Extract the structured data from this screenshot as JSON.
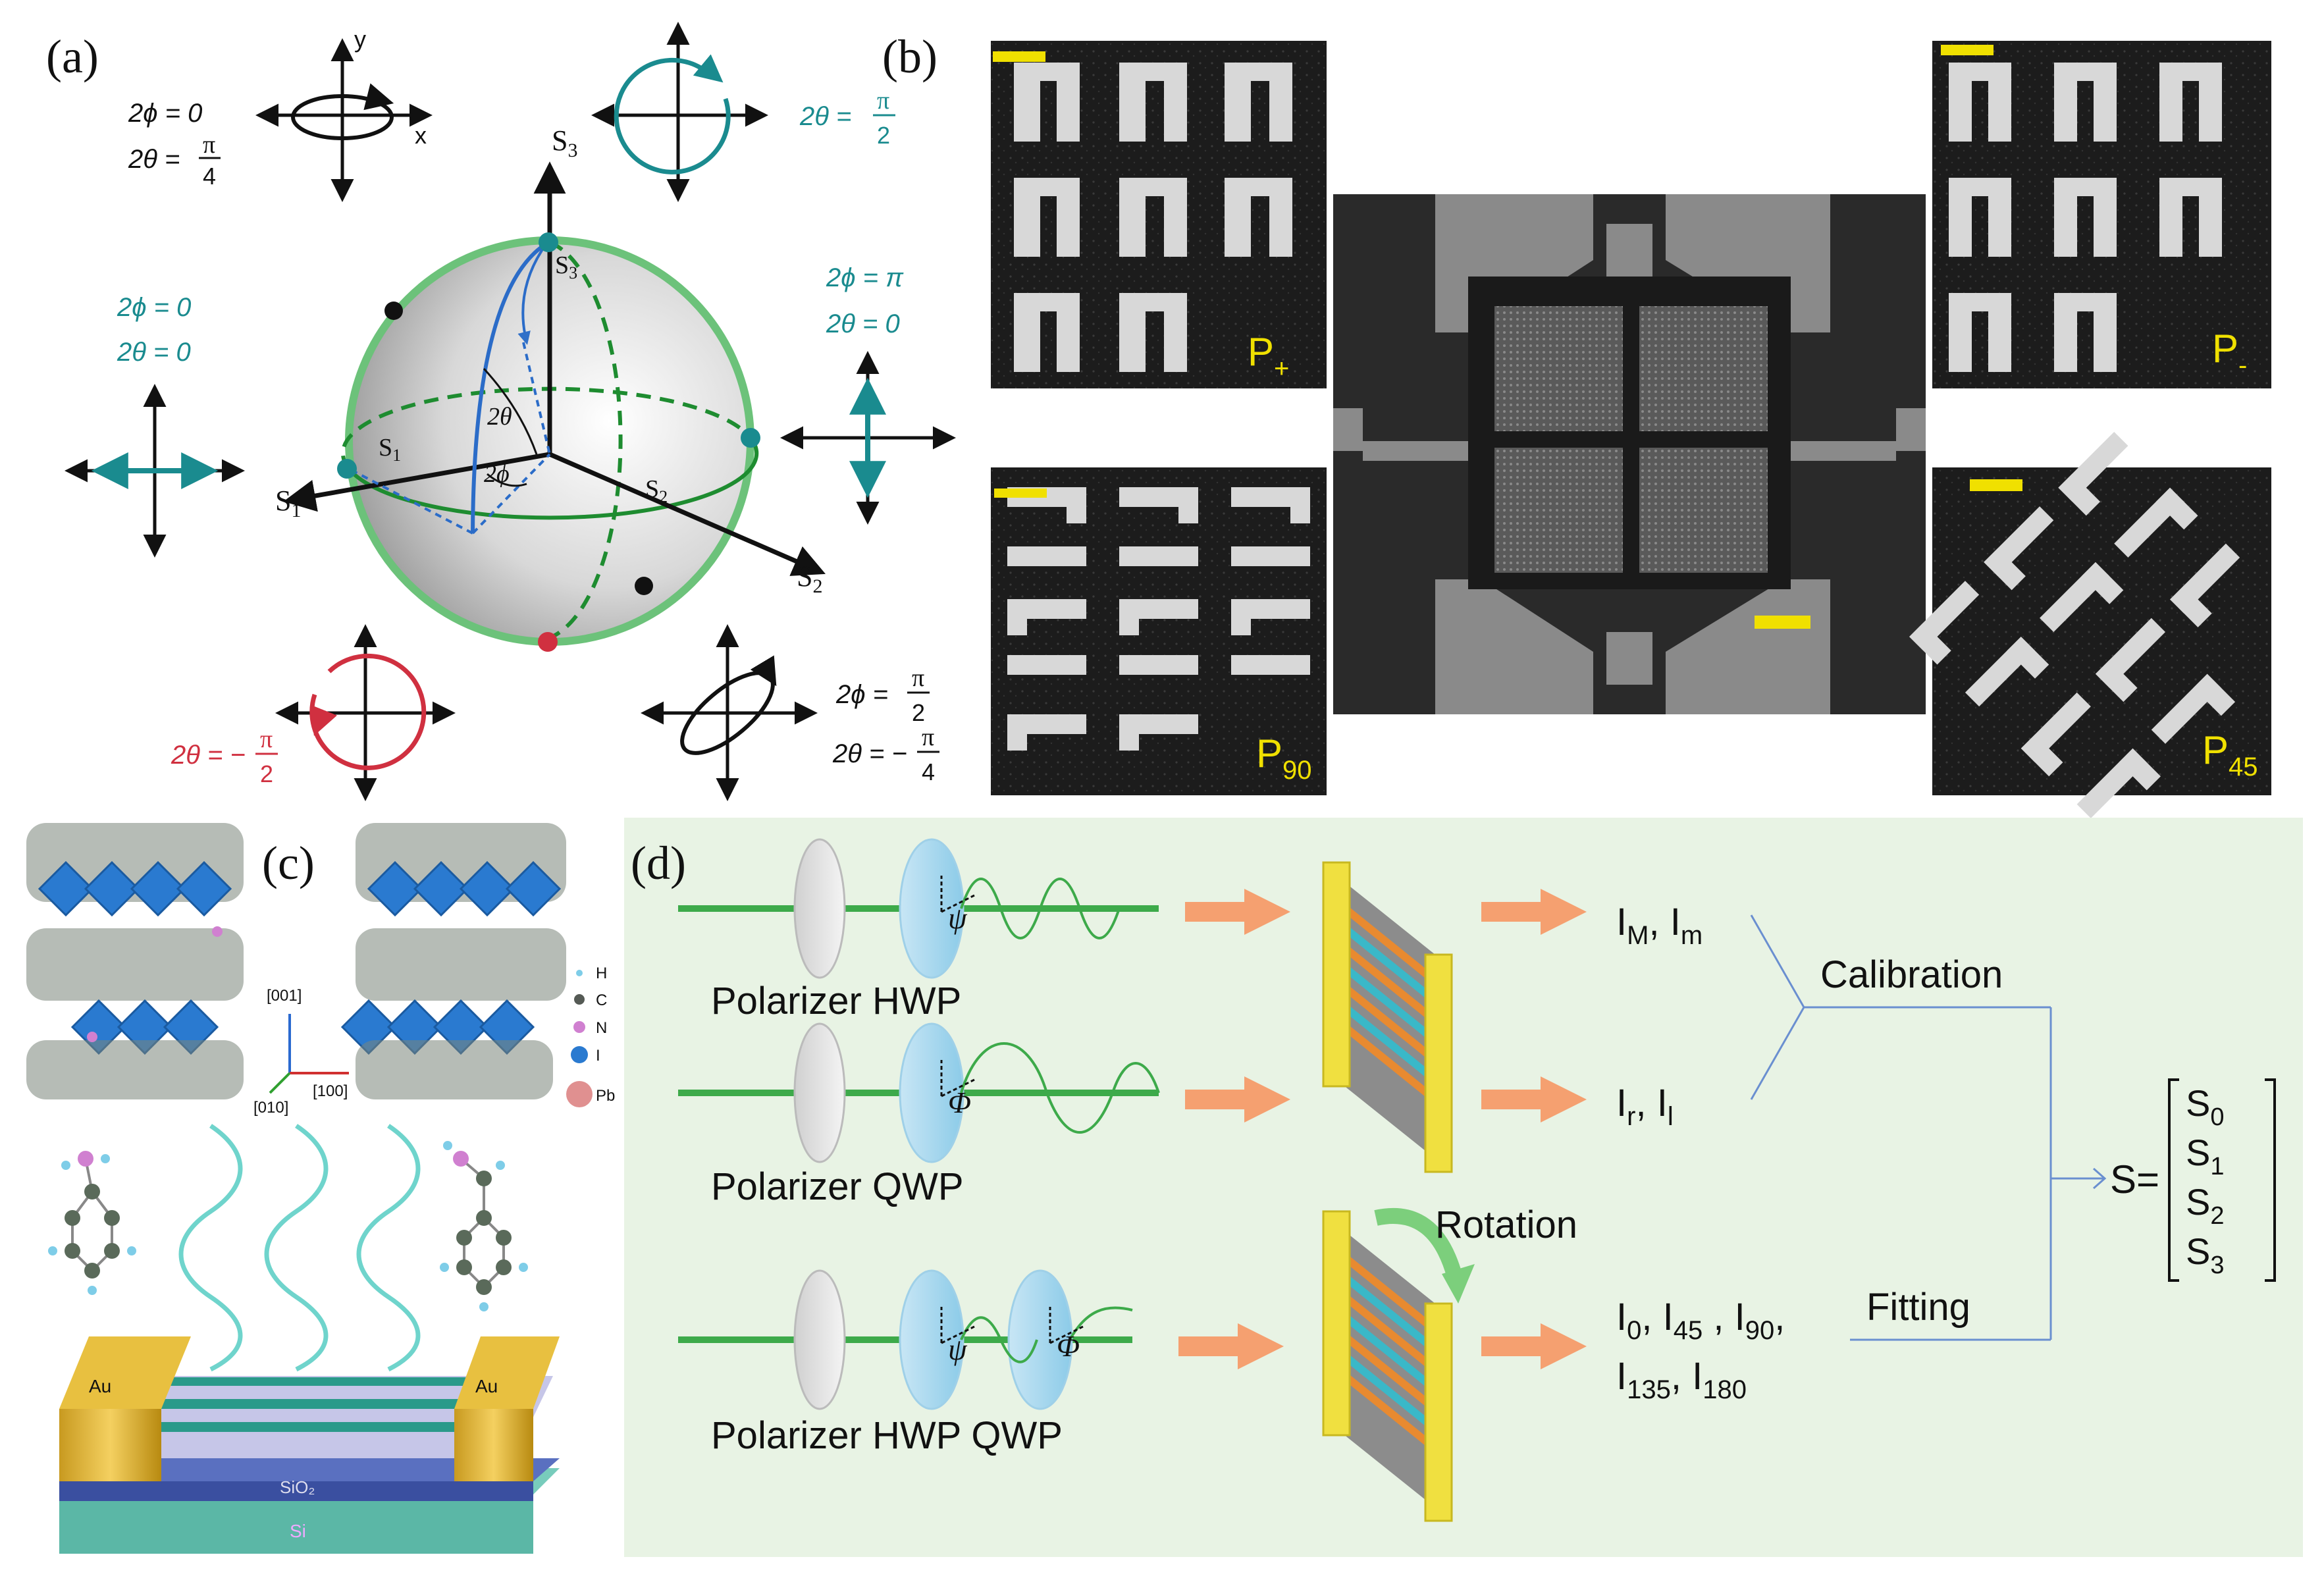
{
  "panel_a": {
    "label": "(a)",
    "top_left": {
      "axis_y": "y",
      "axis_x": "x",
      "eq1": "2ϕ = 0",
      "eq2_lhs": "2θ =",
      "eq2_num": "π",
      "eq2_den": "4"
    },
    "top_right": {
      "eq_lhs": "2θ =",
      "eq_num": "π",
      "eq_den": "2"
    },
    "mid_left": {
      "eq1": "2ϕ = 0",
      "eq2": "2θ = 0"
    },
    "mid_right": {
      "eq1": "2ϕ = π",
      "eq2": "2θ = 0"
    },
    "bottom_left": {
      "eq_lhs": "2θ = −",
      "eq_num": "π",
      "eq_den": "2"
    },
    "bottom_right": {
      "eq1_lhs": "2ϕ =",
      "eq1_num": "π",
      "eq1_den": "2",
      "eq2_lhs": "2θ = −",
      "eq2_num": "π",
      "eq2_den": "4"
    },
    "sphere": {
      "S3_axis": "S",
      "S3_sub": "3",
      "S3_point": "S",
      "S3_point_sub": "3",
      "S1_axis": "S",
      "S1_sub": "1",
      "S1_point": "S",
      "S1_point_sub": "1",
      "S2_axis": "S",
      "S2_sub": "2",
      "S2_point": "S",
      "S2_point_sub": "2",
      "theta": "2θ",
      "phi": "2ϕ"
    },
    "colors": {
      "teal": "#1a8b8f",
      "red": "#d03040",
      "green": "#2e9a3a",
      "blue": "#2060c0"
    }
  },
  "panel_b": {
    "label": "(b)",
    "tiles": {
      "p_plus": "P",
      "p_plus_sub": "+",
      "p_minus": "P",
      "p_minus_sub": "-",
      "p_90": "P",
      "p_90_sub": "90",
      "p_45": "P",
      "p_45_sub": "45"
    },
    "scale_bar_color": "#f0e000"
  },
  "panel_c": {
    "label": "(c)",
    "axes": {
      "a": "[001]",
      "b": "[010]",
      "c": "[100]"
    },
    "legend": [
      "H",
      "C",
      "N",
      "I",
      "Pb"
    ],
    "device": {
      "au_left": "Au",
      "au_right": "Au",
      "sio2": "SiO₂",
      "si": "Si"
    }
  },
  "panel_d": {
    "label": "(d)",
    "row1": {
      "optics": "Polarizer HWP",
      "angle": "ψ",
      "out": "I",
      "out_sub1": "M",
      "out2": "I",
      "out_sub2": "m"
    },
    "row2": {
      "optics": "Polarizer QWP",
      "angle": "Φ",
      "out": "I",
      "out_sub1": "r",
      "out2": "I",
      "out_sub2": "l"
    },
    "row3": {
      "optics": "Polarizer HWP QWP",
      "angle1": "ψ",
      "angle2": "Φ",
      "rotation": "Rotation",
      "out_line1": [
        [
          "I",
          "0"
        ],
        [
          "I",
          "45"
        ],
        [
          "I",
          "90"
        ]
      ],
      "out_line2": [
        [
          "I",
          "135"
        ],
        [
          "I",
          "180"
        ]
      ]
    },
    "calibration": "Calibration",
    "fitting": "Fitting",
    "result_lhs": "S=",
    "result_vector": [
      [
        "S",
        "0"
      ],
      [
        "S",
        "1"
      ],
      [
        "S",
        "2"
      ],
      [
        "S",
        "3"
      ]
    ],
    "bg_color": "#e8f3e4"
  }
}
